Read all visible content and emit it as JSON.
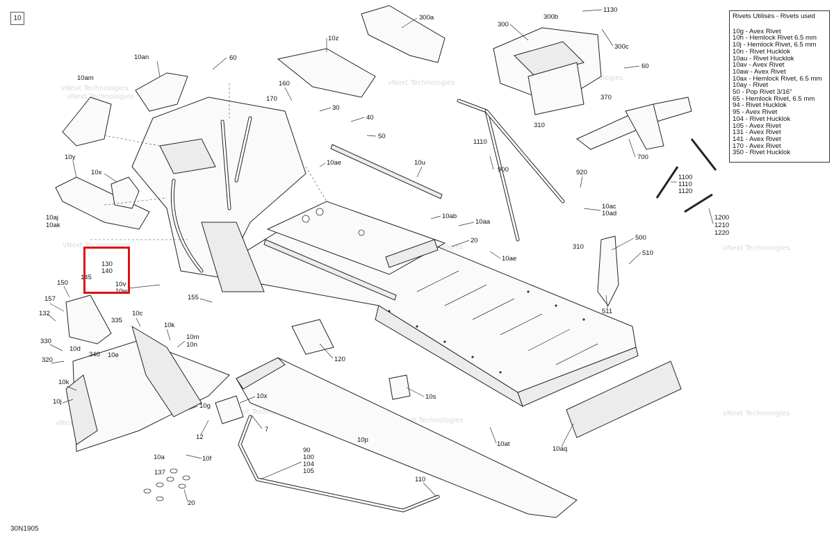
{
  "page_number": "10",
  "diagram_id": "30N1905",
  "legend": {
    "title": "Rivets Utilisés - Rivets used",
    "items": [
      "10g - Avex Rivet",
      "10h - Hemlock Rivet 6.5 mm",
      "10j - Hemlock Rivet, 6.5 mm",
      "10n - Rivet Hucklok",
      "10au - Rivet Hucklok",
      "10av - Avex Rivet",
      "10aw - Avex Rivet",
      "10ax - Hemlock Rivet, 6.5 mm",
      "10ay - Rivet",
      "50 - Pop Rivet 3/16\"",
      "65 - Hemlock Rivet, 6.5 mm",
      "94 - Rivet Hucklok",
      "95 - Avex Rivet",
      "104 - Rivet Hucklok",
      "105 - Avex Rivet",
      "131 - Avex Rivet",
      "141 - Avex Rivet",
      "170 - Avex Rivet",
      "350 - Rivet Hucklok"
    ]
  },
  "watermark": "vNext Technologies",
  "highlight_color": "#dd1111",
  "callouts": {
    "c300a": "300a",
    "c1130": "1130",
    "c300b": "300b",
    "c300": "300",
    "c300c": "300c",
    "c60a": "60",
    "c60b": "60",
    "c370": "370",
    "c310a": "310",
    "c10z": "10z",
    "c10an": "10an",
    "c10am": "10am",
    "c160": "160",
    "c170": "170",
    "c30": "30",
    "c40": "40",
    "c50": "50",
    "c1110": "1110",
    "c900": "900",
    "c700": "700",
    "c10y": "10y",
    "c10x": "10x",
    "c10ae": "10ae",
    "c10u": "10u",
    "c920": "920",
    "c1100": "1100",
    "c1110b": "1110",
    "c1120": "1120",
    "c10ac": "10ac",
    "c10ad": "10ad",
    "c1200": "1200",
    "c1210": "1210",
    "c1220": "1220",
    "c10aj": "10aj",
    "c10ak": "10ak",
    "c10ab": "10ab",
    "c10aa": "10aa",
    "c20a": "20",
    "c310b": "310",
    "c500": "500",
    "c510": "510",
    "c10ae2": "10ae",
    "c130": "130",
    "c140": "140",
    "c145": "145",
    "c10v": "10v",
    "c10w": "10w",
    "c150": "150",
    "c157": "157",
    "c132": "132",
    "c155": "155",
    "c511": "511",
    "c10c": "10c",
    "c335": "335",
    "c10k": "10k",
    "c10m": "10m",
    "c10n": "10n",
    "c330": "330",
    "c10d": "10d",
    "c340": "340",
    "c10e": "10e",
    "c320": "320",
    "c120": "120",
    "c10k2": "10k",
    "c10j": "10j",
    "c10s": "10s",
    "c10x2": "10x",
    "c10g": "10g",
    "c12": "12",
    "c7": "7",
    "c10p": "10p",
    "c10at": "10at",
    "c10aq": "10aq",
    "c10a": "10a",
    "c10f": "10f",
    "c90": "90",
    "c100": "100",
    "c104": "104",
    "c105": "105",
    "c137": "137",
    "c20b": "20",
    "c110": "110"
  }
}
